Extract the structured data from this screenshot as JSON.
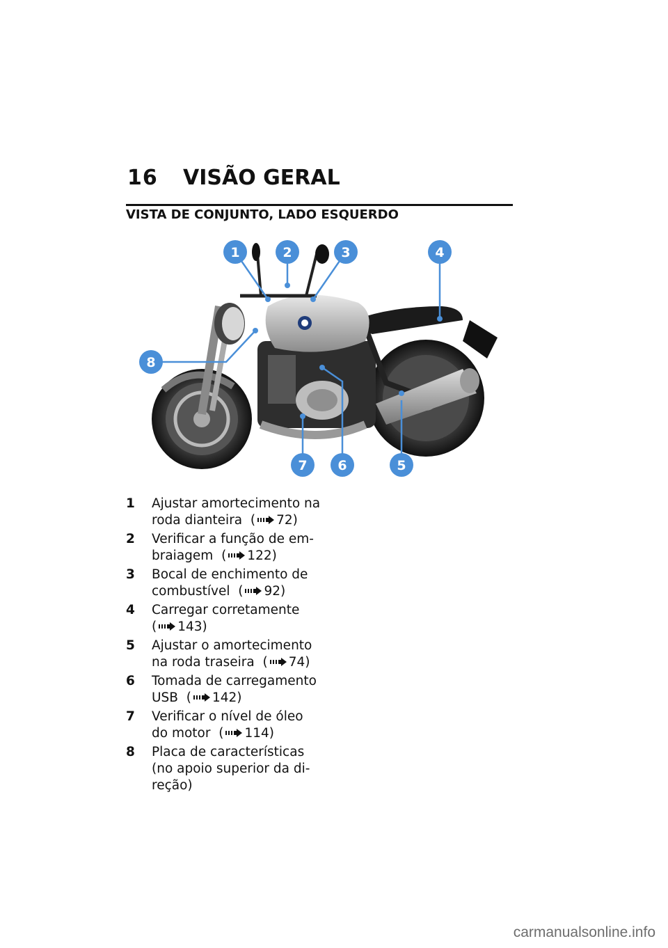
{
  "header": {
    "page_number": "16",
    "chapter_title": "VISÃO GERAL",
    "section_title": "VISTA DE CONJUNTO, LADO ESQUERDO"
  },
  "figure": {
    "callouts": [
      "1",
      "2",
      "3",
      "4",
      "5",
      "6",
      "7",
      "8"
    ],
    "callout_color": "#4a8fd8",
    "badge": "BMW"
  },
  "legend": [
    {
      "num": "1",
      "text_before": "Ajustar amortecimento na",
      "text_after": "roda dianteira",
      "page": "72)"
    },
    {
      "num": "2",
      "text_before": "Verificar a função de em-",
      "text_after": "braiagem",
      "page": "122)"
    },
    {
      "num": "3",
      "text_before": "Bocal de enchimento de",
      "text_after": "combustível",
      "page": "92)"
    },
    {
      "num": "4",
      "text_before": "Carregar corretamente",
      "text_after": "",
      "page": "143)"
    },
    {
      "num": "5",
      "text_before": "Ajustar o amortecimento",
      "text_after": "na roda traseira",
      "page": "74)"
    },
    {
      "num": "6",
      "text_before": "Tomada de carregamento",
      "text_after": "USB",
      "page": "142)"
    },
    {
      "num": "7",
      "text_before": "Verificar o nível de óleo",
      "text_after": "do motor",
      "page": "114)"
    },
    {
      "num": "8",
      "text_before": "Placa de características",
      "text_after": "(no apoio superior da di-",
      "text_last": "reção)",
      "page": ""
    }
  ],
  "footer": {
    "watermark": "carmanualsonline.info"
  }
}
